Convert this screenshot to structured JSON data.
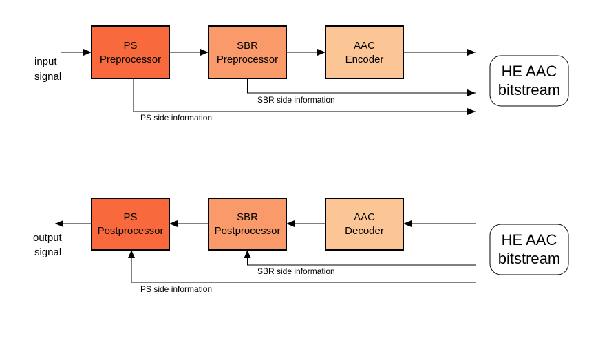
{
  "colors": {
    "ps_block": "#f86a3e",
    "sbr_block": "#fa9a6a",
    "aac_block": "#fcc596",
    "line": "#000000"
  },
  "encoder": {
    "input_label": [
      "input",
      "signal"
    ],
    "ps_block": [
      "PS",
      "Preprocessor"
    ],
    "sbr_block": [
      "SBR",
      "Preprocessor"
    ],
    "aac_block": [
      "AAC",
      "Encoder"
    ],
    "sbr_side_info": "SBR side information",
    "ps_side_info": "PS side information",
    "bitstream": [
      "HE AAC",
      "bitstream"
    ]
  },
  "decoder": {
    "output_label": [
      "output",
      "signal"
    ],
    "ps_block": [
      "PS",
      "Postprocessor"
    ],
    "sbr_block": [
      "SBR",
      "Postprocessor"
    ],
    "aac_block": [
      "AAC",
      "Decoder"
    ],
    "sbr_side_info": "SBR side information",
    "ps_side_info": "PS side information",
    "bitstream": [
      "HE AAC",
      "bitstream"
    ]
  }
}
